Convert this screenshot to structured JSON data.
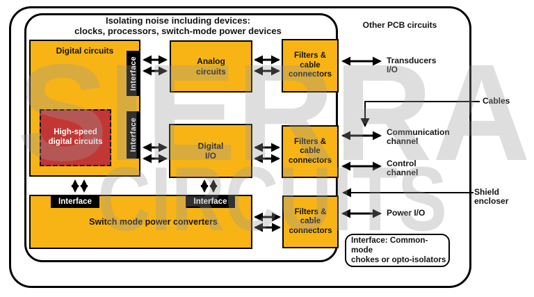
{
  "colors": {
    "box_yellow": "#F7B414",
    "box_red": "#C23734",
    "line_black": "#000000",
    "watermark_gray": "#9A9A9A"
  },
  "header": {
    "title": "Isolating noise including devices:\nclocks, processors, switch-mode power devices",
    "other_pcb_label": "Other PCB circuits"
  },
  "boxes": {
    "digital_circuits": "Digital circuits",
    "high_speed_digital": "High-speed\ndigital circuits",
    "analog_circuits": "Analog\ncircuits",
    "digital_io": "Digital\nI/O",
    "filters_1": "Filters &\ncable\nconnectors",
    "filters_2": "Filters &\ncable\nconnectors",
    "filters_3": "Filters &\ncable\nconnectors",
    "switch_mode": "Switch mode power converters"
  },
  "interfaces": {
    "bar_top": "Interface",
    "bar_bottom": "Interface",
    "tab_left": "Interface",
    "tab_right": "Interface"
  },
  "io_labels": {
    "transducers": "Transducers\nI/O",
    "cables": "Cables",
    "communication": "Communication\nchannel",
    "control": "Control\nchannel",
    "shield": "Shield encloser",
    "power": "Power I/O"
  },
  "note": "Interface: Common-mode\nchokes or opto-isolators",
  "watermark": {
    "line1": "SIERRA",
    "line2": "CIRCUITS"
  }
}
